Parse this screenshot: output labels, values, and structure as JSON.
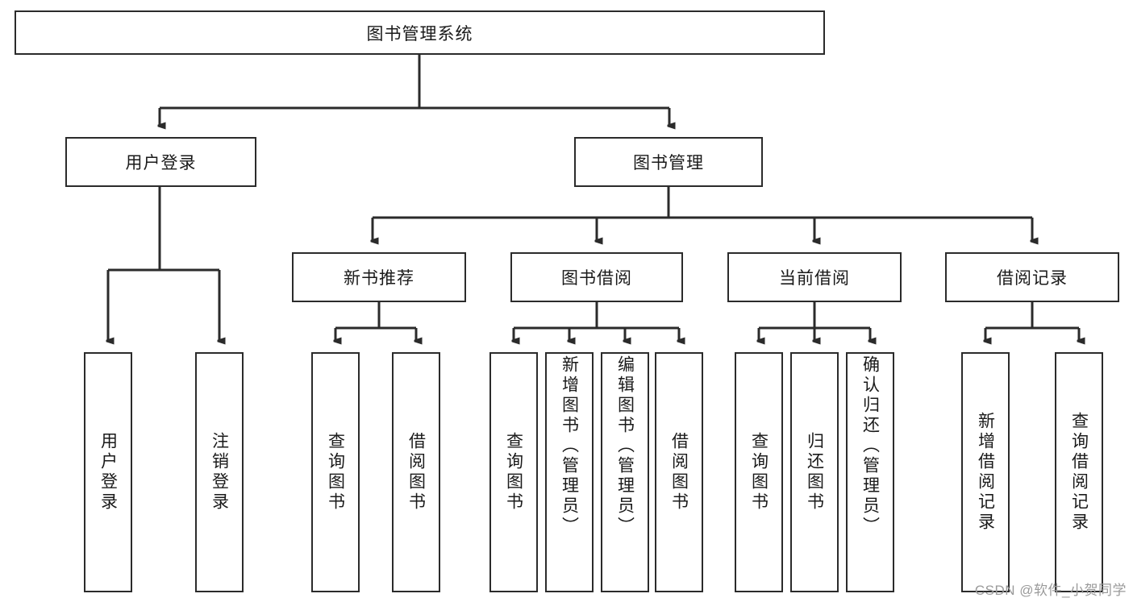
{
  "diagram": {
    "title": "图书管理系统",
    "type": "tree",
    "root": {
      "label": "图书管理系统"
    },
    "level2": [
      {
        "label": "用户登录"
      },
      {
        "label": "图书管理"
      }
    ],
    "level3": [
      {
        "label": "新书推荐"
      },
      {
        "label": "图书借阅"
      },
      {
        "label": "当前借阅"
      },
      {
        "label": "借阅记录"
      }
    ],
    "leaves": {
      "user_login": [
        "用户登录",
        "注销登录"
      ],
      "new_book": [
        "查询图书",
        "借阅图书"
      ],
      "book_borrow": [
        "查询图书",
        "新增图书（管理员）",
        "编辑图书（管理员）",
        "借阅图书"
      ],
      "current_borrow": [
        "查询图书",
        "归还图书",
        "确认归还（管理员）"
      ],
      "borrow_record": [
        "新增借阅记录",
        "查询借阅记录"
      ]
    },
    "watermark": "CSDN @软件_小贺同学",
    "colors": {
      "stroke": "#2b2b2b",
      "fill": "#ffffff",
      "text": "#1a1a1a",
      "watermark": "#9a9a9a"
    }
  }
}
